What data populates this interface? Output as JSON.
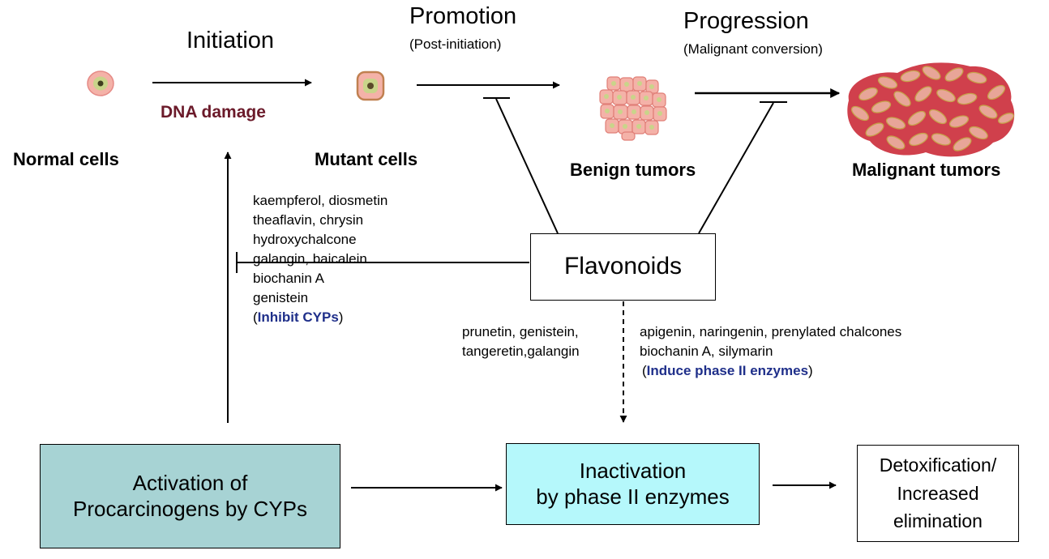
{
  "stages": {
    "initiation": "Initiation",
    "promotion": "Promotion",
    "promotion_sub": "(Post-initiation)",
    "progression": "Progression",
    "progression_sub": "(Malignant conversion)"
  },
  "cells": {
    "normal": "Normal cells",
    "mutant": "Mutant cells",
    "benign": "Benign tumors",
    "malignant": "Malignant tumors"
  },
  "dna_damage": "DNA damage",
  "flavonoids": "Flavonoids",
  "inhibit_cyps": {
    "lines": [
      "kaempferol, diosmetin",
      "theaflavin, chrysin",
      "hydroxychalcone",
      "galangin, baicalein",
      "biochanin A",
      "genistein"
    ],
    "open": "(",
    "label": "Inhibit CYPs",
    "close": ")"
  },
  "left_list": [
    "prunetin, genistein,",
    "tangeretin,galangin"
  ],
  "induce_phase2": {
    "lines": [
      "apigenin, naringenin, prenylated chalcones",
      "biochanin A, silymarin"
    ],
    "open": "(",
    "label": "Induce phase II enzymes",
    "close": ")"
  },
  "boxes": {
    "activation": [
      "Activation of",
      "Procarcinogens by CYPs"
    ],
    "inactivation": [
      "Inactivation",
      "by phase II enzymes"
    ],
    "detox": [
      "Detoxification/",
      "Increased",
      "elimination"
    ]
  },
  "colors": {
    "activation_fill": "#a7d3d4",
    "inactivation_fill": "#b5f8fb",
    "dna_damage": "#6b1a2a",
    "emphasis_blue": "#1f2f8a",
    "cell_pink": "#f4b2a8",
    "cell_green": "#c9d48a",
    "tumor_red": "#d0404c"
  }
}
